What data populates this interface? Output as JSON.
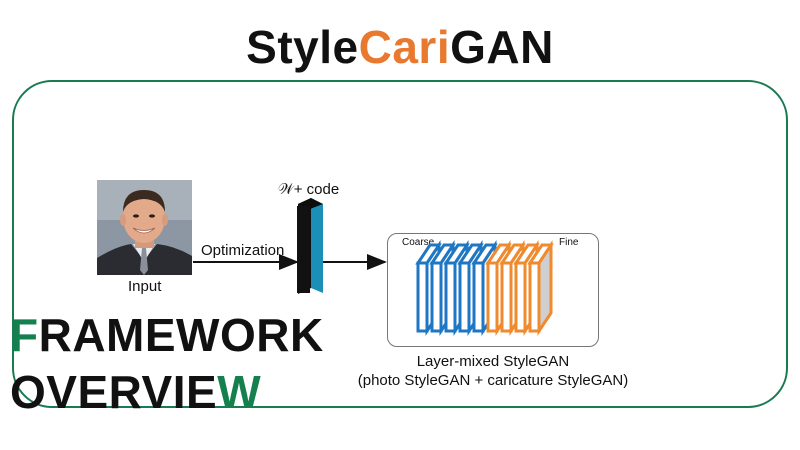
{
  "title": {
    "part1": "Style",
    "part2": "Cari",
    "part3": "GAN",
    "accent_color": "#e8792e"
  },
  "diagram": {
    "input_label": "Input",
    "optimization_label": "Optimization",
    "code_label": "𝒲+ code",
    "coarse_label": "Coarse",
    "fine_label": "Fine",
    "gan_label_line1": "Layer-mixed StyleGAN",
    "gan_label_line2": "(photo StyleGAN + caricature StyleGAN)",
    "photo_layer_color": "#1f77c4",
    "caricature_layer_color": "#ef8a2e",
    "code_bar_color": "#1c8fb8"
  },
  "overlay": {
    "word1_first": "F",
    "word1_rest": "RAMEWORK",
    "word2_rest": "OVERVIE",
    "word2_last": "W",
    "accent_color": "#14804f"
  },
  "frame_color": "#1a7a52"
}
